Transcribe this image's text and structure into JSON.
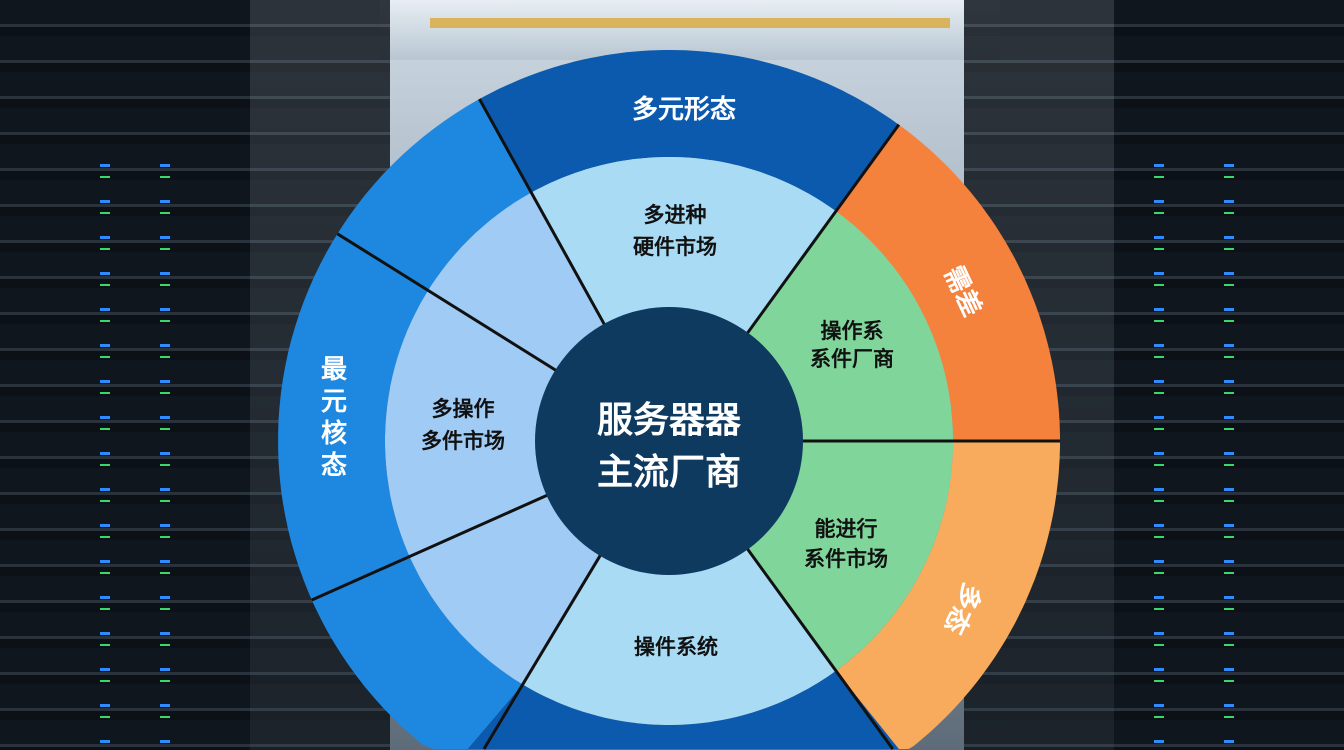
{
  "center": {
    "line1": "服务器器",
    "line2": "主流厂商"
  },
  "outer_ring": {
    "top": "多元形态",
    "right_upper": "需差",
    "right_lower": "多态",
    "left": [
      "最",
      "元",
      "核",
      "态"
    ]
  },
  "middle_ring": {
    "top": {
      "line1": "多进种",
      "line2": "硬件市场"
    },
    "right_upper": {
      "line1": "操作系",
      "line2": "系件厂商"
    },
    "right_lower": {
      "line1": "能进行",
      "line2": "系件市场"
    },
    "bottom": {
      "line1": "操件系统"
    },
    "left": {
      "line1": "多操作",
      "line2": "多件市场"
    }
  },
  "colors": {
    "center": "#0e3a60",
    "outer_blue": "#1e88e0",
    "outer_dark_blue": "#0c5aad",
    "orange": "#f4813c",
    "light_orange": "#f8ab5c",
    "cyan": "#a9dcf4",
    "light_blue": "#9fcbf4",
    "green": "#80d59b"
  }
}
